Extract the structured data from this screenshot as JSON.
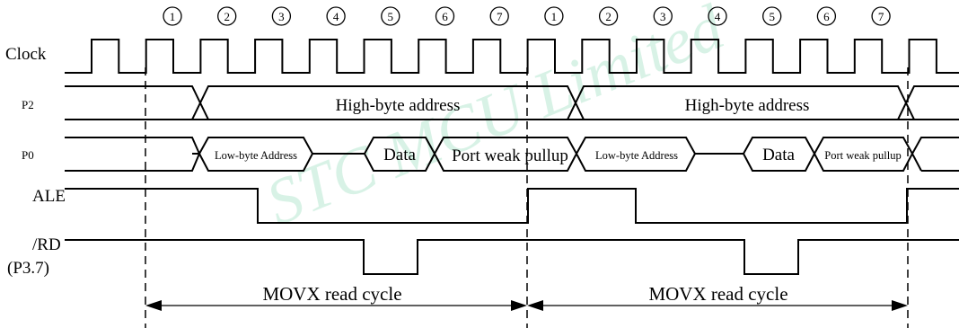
{
  "watermark": "STC MCU Limited",
  "signals": {
    "clock": "Clock",
    "p2": "P2",
    "p0": "P0",
    "ale": "ALE",
    "rd": "/RD",
    "rd_sub": "(P3.7)"
  },
  "cycle1": {
    "p2_label": "High-byte address",
    "p0_low": "Low-byte Address",
    "p0_data": "Data",
    "p0_pullup": "Port weak pullup",
    "cycle_label": "MOVX read cycle"
  },
  "cycle2": {
    "p2_label": "High-byte address",
    "p0_low": "Low-byte Address",
    "p0_data": "Data",
    "p0_pullup": "Port weak pullup",
    "cycle_label": "MOVX read cycle"
  },
  "state_numbers": [
    "1",
    "2",
    "3",
    "4",
    "5",
    "6",
    "7",
    "1",
    "2",
    "3",
    "4",
    "5",
    "6",
    "7"
  ]
}
